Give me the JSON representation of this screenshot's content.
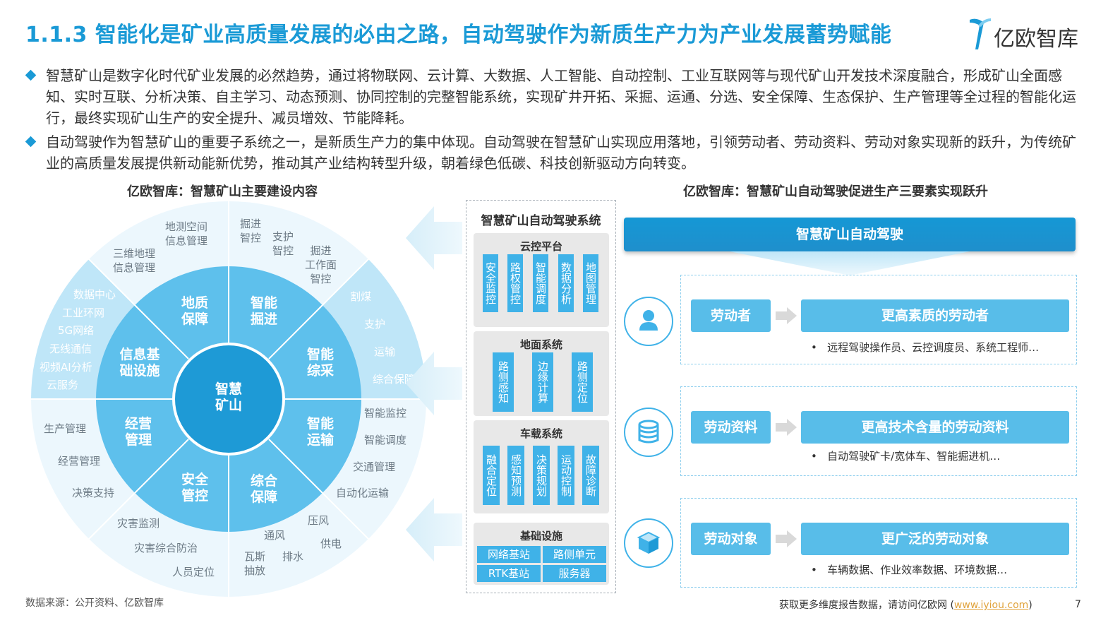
{
  "header": {
    "title": "1.1.3 智能化是矿业高质量发展的必由之路，自动驾驶作为新质生产力为产业发展蓄势赋能",
    "logo_text": "亿欧智库"
  },
  "bullets": [
    "智慧矿山是数字化时代矿业发展的必然趋势，通过将物联网、云计算、大数据、人工智能、自动控制、工业互联网等与现代矿山开发技术深度融合，形成矿山全面感知、实时互联、分析决策、自主学习、动态预测、协同控制的完整智能系统，实现矿井开拓、采掘、运通、分选、安全保障、生态保护、生产管理等全过程的智能化运行，最终实现矿山生产的安全提升、减员增效、节能降耗。",
    "自动驾驶作为智慧矿山的重要子系统之一，是新质生产力的集中体现。自动驾驶在智慧矿山实现应用落地，引领劳动者、劳动资料、劳动对象实现新的跃升，为传统矿业的高质量发展提供新动能新优势，推动其产业结构转型升级，朝着绿色低碳、科技创新驱动方向转变。"
  ],
  "left_chart": {
    "title": "亿欧智库：智慧矿山主要建设内容",
    "center": "智慧\n矿山",
    "sectors": {
      "geology": "地质\n保障",
      "tunneling": "智能\n掘进",
      "mining": "智能\n综采",
      "transport": "智能\n运输",
      "support": "综合\n保障",
      "safety": "安全\n管控",
      "business": "经营\n管理",
      "infra": "信息基\n础设施"
    },
    "outer": {
      "geo_1": "地测空间\n信息管理",
      "geo_2": "三维地理\n信息管理",
      "tun_1": "掘进\n智控",
      "tun_2": "支护\n智控",
      "tun_3": "掘进\n工作面\n智控",
      "min_1": "割煤",
      "min_2": "支护",
      "min_3": "运输",
      "min_4": "综合保障",
      "tr_1": "智能监控",
      "tr_2": "智能调度",
      "tr_3": "交通管理",
      "tr_4": "自动化运输",
      "sup_1": "压风",
      "sup_2": "供电",
      "sup_3": "通风",
      "sup_4": "排水",
      "sup_5": "瓦斯\n抽放",
      "saf_1": "灾害监测",
      "saf_2": "灾害综合防治",
      "saf_3": "人员定位",
      "bus_1": "生产管理",
      "bus_2": "经营管理",
      "bus_3": "决策支持",
      "inf_1": "数据中心",
      "inf_2": "工业环网",
      "inf_3": "5G网络",
      "inf_4": "无线通信",
      "inf_5": "视频AI分析",
      "inf_6": "云服务"
    }
  },
  "system": {
    "title": "智慧矿山自动驾驶系统",
    "cloud": {
      "title": "云控平台",
      "items": [
        "安全监控",
        "路权管控",
        "智能调度",
        "数据分析",
        "地图管理"
      ]
    },
    "ground": {
      "title": "地面系统",
      "items": [
        "路侧感知",
        "边缘计算",
        "路侧定位"
      ]
    },
    "vehicle": {
      "title": "车载系统",
      "items": [
        "融合定位",
        "感知预测",
        "决策规划",
        "运动控制",
        "故障诊断"
      ]
    },
    "base": {
      "title": "基础设施",
      "items": [
        "网络基站",
        "路侧单元",
        "RTK基站",
        "服务器"
      ]
    }
  },
  "right_chart": {
    "title": "亿欧智库：智慧矿山自动驾驶促进生产三要素实现跃升",
    "banner": "智慧矿山自动驾驶",
    "rows": [
      {
        "icon": "worker-icon",
        "left": "劳动者",
        "right": "更高素质的劳动者",
        "desc": "远程驾驶操作员、云控调度员、系统工程师…"
      },
      {
        "icon": "database-icon",
        "left": "劳动资料",
        "right": "更高技术含量的劳动资料",
        "desc": "自动驾驶矿卡/宽体车、智能掘进机…"
      },
      {
        "icon": "cube-icon",
        "left": "劳动对象",
        "right": "更广泛的劳动对象",
        "desc": "车辆数据、作业效率数据、环境数据…"
      }
    ]
  },
  "footer": {
    "source": "数据来源：公开资料、亿欧智库",
    "cta": "获取更多维度报告数据，请访问亿欧网 (",
    "link": "www.iyiou.com",
    "cta_end": ")",
    "page": "7"
  },
  "colors": {
    "accent": "#1a9ad6",
    "light": "#bfe6f8",
    "mid": "#5ec0ec",
    "inner": "#3aaee6",
    "core": "#1e9ad6"
  }
}
